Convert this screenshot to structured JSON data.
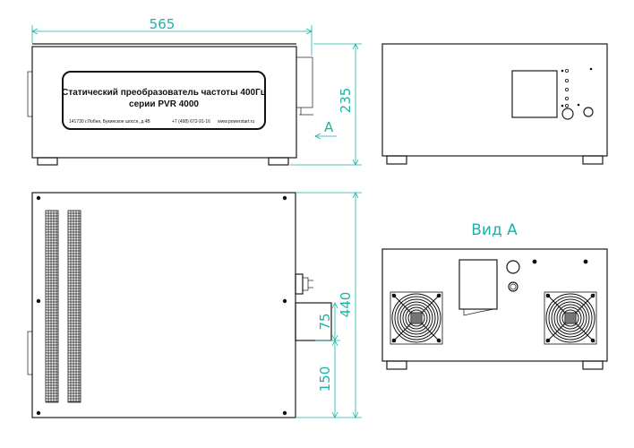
{
  "nameplate": {
    "title_line1": "Статический преобразователь частоты  400Гц",
    "title_line2": "серии PVR 4000",
    "address": "141730 г.Лобня, Букинское шоссе, д.4В",
    "phone": "+7 (498) 672-91-16",
    "website": "www.powerstart.ru"
  },
  "dimensions": {
    "width": "565",
    "height": "235",
    "depth": "440",
    "offset_75": "75",
    "offset_150": "150"
  },
  "labels": {
    "view_arrow": "A",
    "view_a": "Вид  А"
  },
  "colors": {
    "dimension": "#19b4a6",
    "line": "#1a1a1a"
  }
}
